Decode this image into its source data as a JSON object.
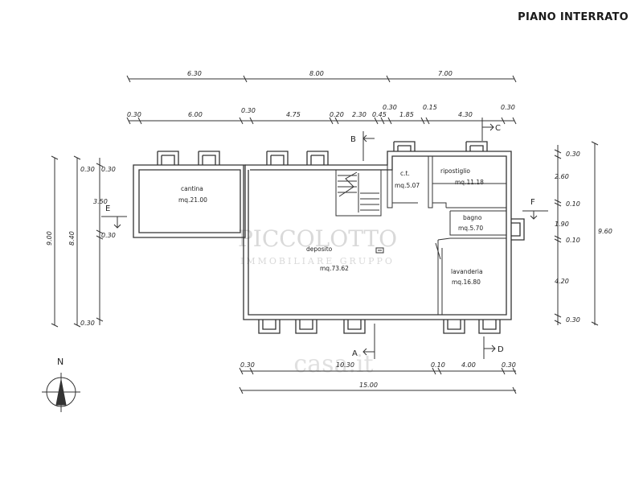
{
  "title": "PIANO INTERRATO",
  "rooms": [
    {
      "name": "cantina",
      "area": "mq.21.00"
    },
    {
      "name": "deposito",
      "area": "mq.73.62"
    },
    {
      "name": "c.t.",
      "area": "mq.5.07"
    },
    {
      "name": "ripostiglio",
      "area": "mq.11.18"
    },
    {
      "name": "bagno",
      "area": "mq.5.70"
    },
    {
      "name": "lavanderia",
      "area": "mq.16.80"
    }
  ],
  "dims_top_outer": [
    "6.30",
    "8.00",
    "7.00"
  ],
  "dims_top_inner": [
    "0.30",
    "6.00",
    "0.30",
    "4.75",
    "0.20",
    "2.30",
    "0.45",
    "0.30",
    "1.85",
    "0.15",
    "4.30",
    "0.30"
  ],
  "dims_bottom_inner": [
    "0.30",
    "10.30",
    "0.10",
    "4.00",
    "0.30"
  ],
  "dims_bottom_total": "15.00",
  "dims_left_outer": "9.00",
  "dims_left_mid": "8.40",
  "dims_left_inner": [
    "0.30",
    "3.50",
    "0.30",
    "0.30"
  ],
  "dims_right_outer": "9.60",
  "dims_right_inner": [
    "0.30",
    "2.60",
    "0.10",
    "1.90",
    "0.10",
    "4.20",
    "0.30"
  ],
  "section_labels": [
    "A",
    "B",
    "C",
    "D",
    "E",
    "F"
  ],
  "north_label": "N",
  "watermark_1": "PICCOLOTTO",
  "watermark_2": "IMMOBILIARE GRUPPO",
  "watermark_3": "casa.it"
}
